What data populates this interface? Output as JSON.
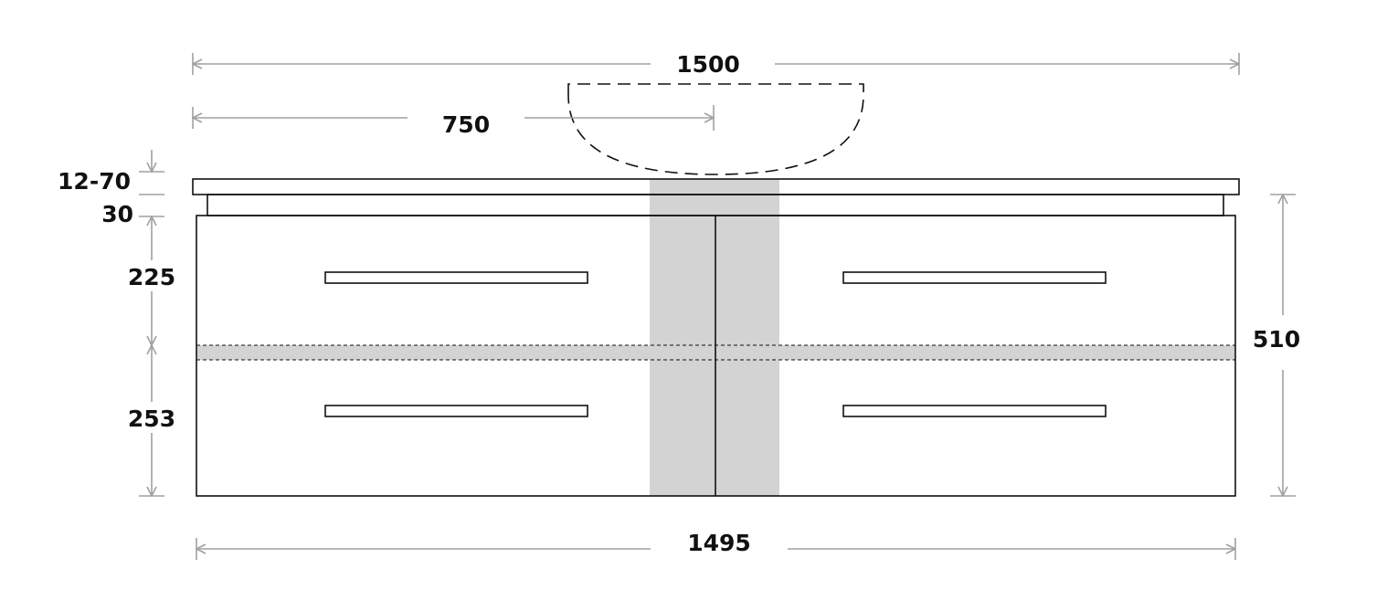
{
  "drawing": {
    "title": "Vanity unit front elevation",
    "dimensions": {
      "overall_top_width": "1500",
      "basin_center_offset": "750",
      "top_thickness": "12-70",
      "gap_height": "30",
      "upper_drawer_height": "225",
      "lower_drawer_height": "253",
      "total_height": "510",
      "cabinet_width": "1495"
    },
    "colors": {
      "line": "#111111",
      "dimension": "#a0a0a0",
      "shade": "#d3d3d3"
    }
  }
}
